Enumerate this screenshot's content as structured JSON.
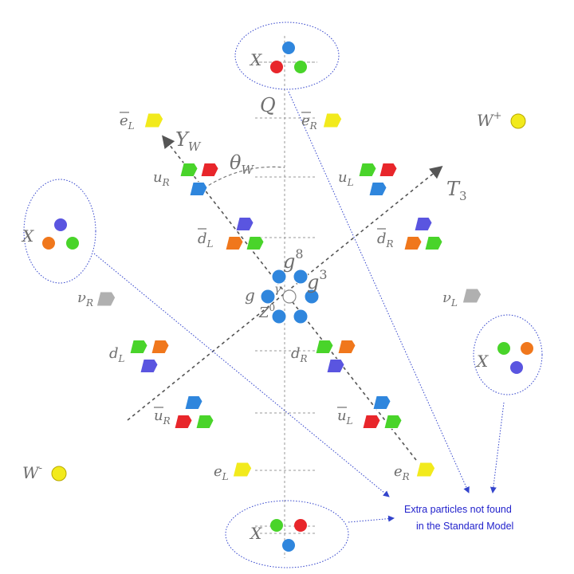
{
  "axes": {
    "q": "Q",
    "yw": "Y",
    "yw_sub": "W",
    "theta": "θ",
    "theta_sub": "W",
    "t3": "T",
    "t3_sub": "3"
  },
  "gluons": {
    "g8": "g",
    "g8_sup": "8",
    "g3": "g",
    "g3_sup": "3",
    "g": "g",
    "gamma": "γ",
    "z": "Z",
    "z_sup": "0"
  },
  "bosons": {
    "w_plus": "W",
    "w_plus_sup": "+",
    "w_minus": "W",
    "w_minus_sup": "-"
  },
  "fermions": {
    "ebar_l": "e",
    "ebar_l_sub": "L",
    "ebar_r": "e",
    "ebar_r_sub": "R",
    "u_r": "u",
    "u_r_sub": "R",
    "u_l": "u",
    "u_l_sub": "L",
    "dbar_l": "d",
    "dbar_l_sub": "L",
    "dbar_r": "d",
    "dbar_r_sub": "R",
    "nu_r": "ν",
    "nu_r_sub": "R",
    "nu_l": "ν",
    "nu_l_sub": "L",
    "d_l": "d",
    "d_l_sub": "L",
    "d_r": "d",
    "d_r_sub": "R",
    "ubar_r": "u",
    "ubar_r_sub": "R",
    "ubar_l": "u",
    "ubar_l_sub": "L",
    "e_l": "e",
    "e_l_sub": "L",
    "e_r": "e",
    "e_r_sub": "R"
  },
  "x_bosons": {
    "top": "X",
    "left": "X",
    "right": "X",
    "bottom": "X"
  },
  "note": {
    "line1": "Extra particles not found",
    "line2": "in the Standard Model"
  },
  "colors": {
    "red": "#e8262b",
    "green": "#49d42a",
    "blue": "#2f86dd",
    "violet": "#5a55e0",
    "orange": "#f0771c",
    "yellow": "#f2ea1c",
    "gray": "#a9a9a9",
    "annotation": "#3344cc"
  }
}
